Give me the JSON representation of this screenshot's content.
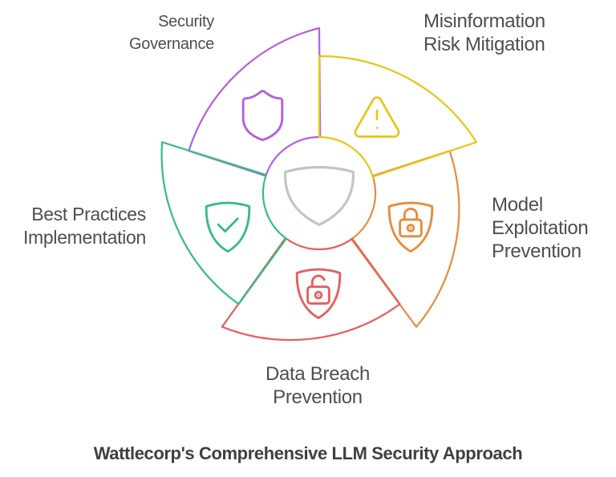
{
  "title": "Wattlecorp's Comprehensive LLM Security Approach",
  "diagram": {
    "center": {
      "icon": "shield-icon",
      "color": "#c4c4c4"
    },
    "segments": [
      {
        "id": "security-governance",
        "label": "Security\nGovernance",
        "icon": "shield-icon",
        "color": "#b25fe3"
      },
      {
        "id": "misinformation-risk-mitigation",
        "label": "Misinformation\nRisk Mitigation",
        "icon": "alert-triangle-icon",
        "color": "#e5c717"
      },
      {
        "id": "model-exploitation-prevention",
        "label": "Model\nExploitation\nPrevention",
        "icon": "shield-lock-icon",
        "color": "#e68c3c"
      },
      {
        "id": "data-breach-prevention",
        "label": "Data Breach\nPrevention",
        "icon": "shield-unlock-icon",
        "color": "#e45f5f"
      },
      {
        "id": "best-practices-implementation",
        "label": "Best Practices\nImplementation",
        "icon": "shield-check-icon",
        "color": "#36bd82"
      }
    ]
  }
}
